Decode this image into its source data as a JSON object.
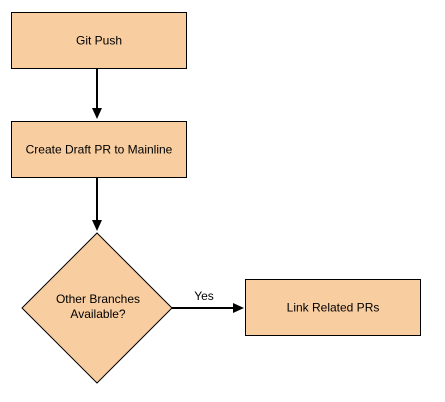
{
  "diagram": {
    "node_fill": "#f8cd9f",
    "stroke_color": "#000000",
    "nodes": {
      "git_push": {
        "label": "Git Push",
        "shape": "rectangle"
      },
      "create_draft_pr": {
        "label": "Create Draft PR to Mainline",
        "shape": "rectangle"
      },
      "other_branches": {
        "label_line1": "Other Branches",
        "label_line2": "Available?",
        "shape": "diamond"
      },
      "link_related_prs": {
        "label": "Link Related PRs",
        "shape": "rectangle"
      }
    },
    "edges": {
      "push_to_create": {
        "from": "git_push",
        "to": "create_draft_pr",
        "label": ""
      },
      "create_to_decision": {
        "from": "create_draft_pr",
        "to": "other_branches",
        "label": ""
      },
      "decision_to_link": {
        "from": "other_branches",
        "to": "link_related_prs",
        "label": "Yes"
      }
    }
  }
}
